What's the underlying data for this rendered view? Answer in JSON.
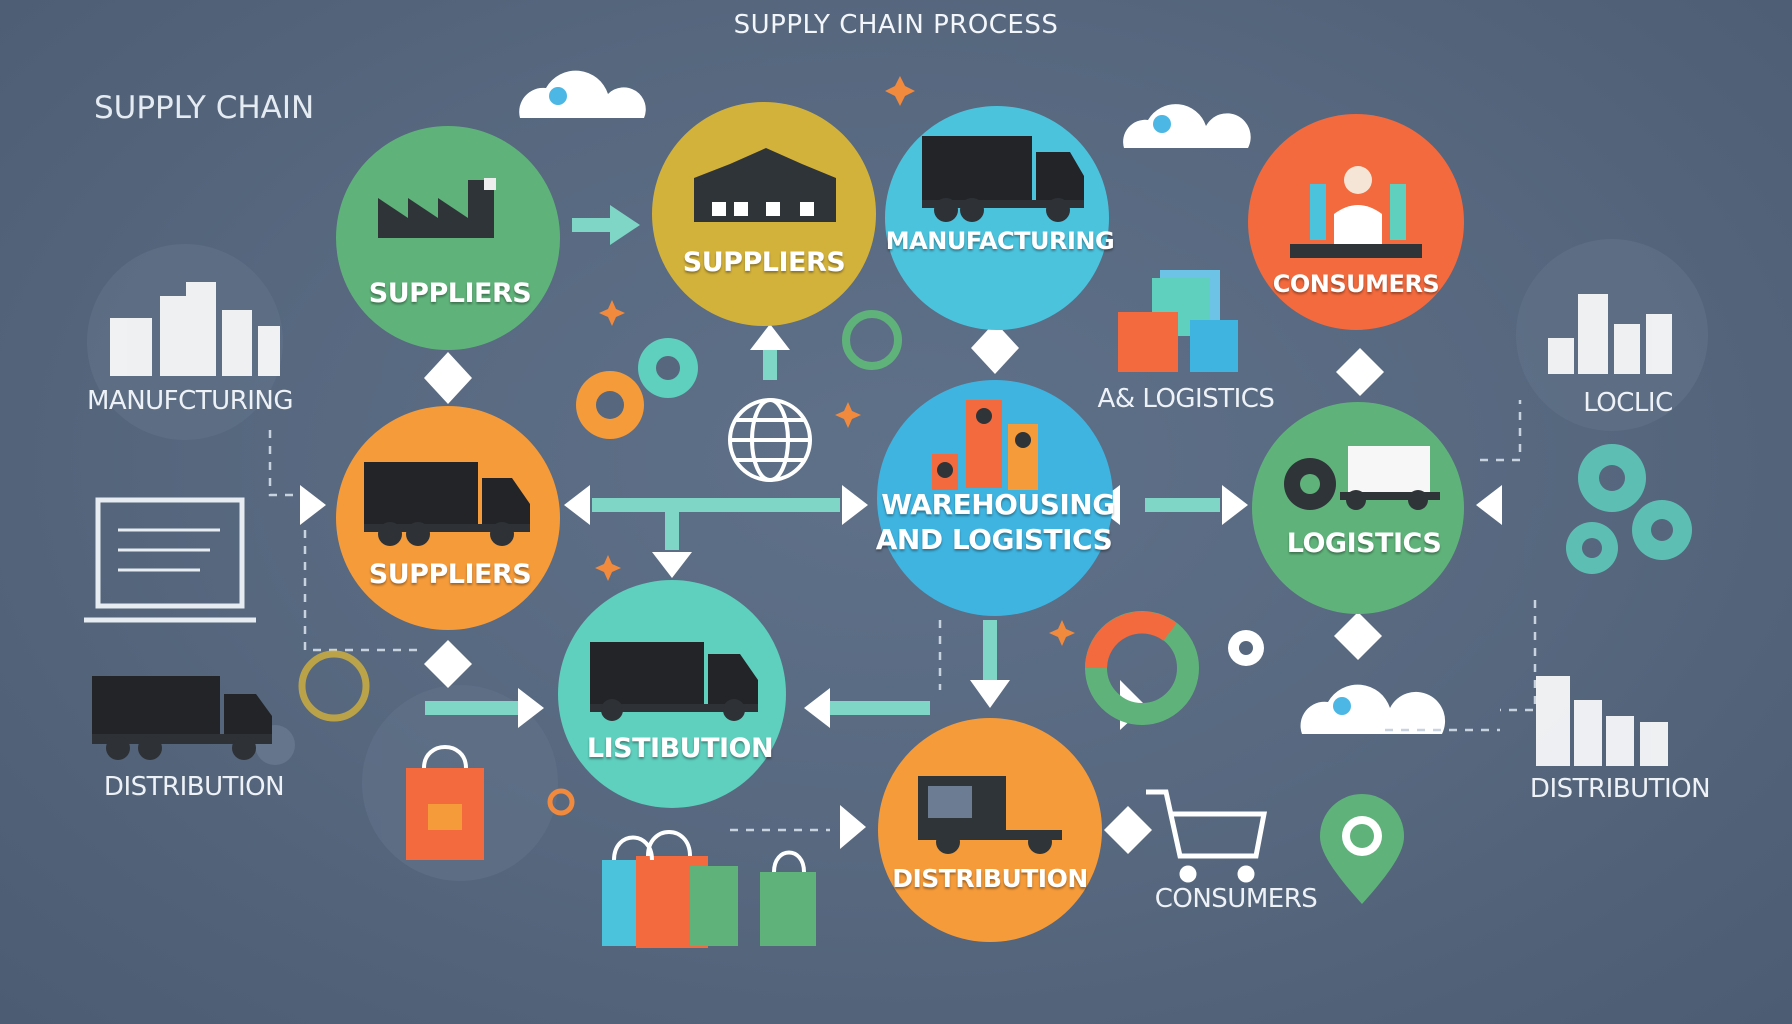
{
  "title": "SUPPLY CHAIN PROCESS",
  "corner_title": "SUPPLY CHAIN",
  "colors": {
    "background": "#56677e",
    "green": "#5fb37a",
    "yellow": "#d3b23b",
    "cyan": "#4cc3dd",
    "orange_red": "#f26a3d",
    "orange": "#f59b3a",
    "teal": "#5fcfbe",
    "blue": "#3fb4e0",
    "arrow": "#7fd6c6",
    "sparkle": "#f28a3e"
  },
  "nodes": {
    "suppliers_top": {
      "label": "SUPPLIERS",
      "icon": "factory-icon"
    },
    "suppliers_mid_top": {
      "label": "SUPPLIERS",
      "icon": "warehouse-icon"
    },
    "manufacturing": {
      "label": "MANUFACTURING",
      "icon": "truck-icon"
    },
    "consumers": {
      "label": "CONSUMERS",
      "icon": "person-counter-icon"
    },
    "suppliers_left": {
      "label": "SUPPLIERS",
      "icon": "truck-icon"
    },
    "warehousing": {
      "label_line1": "WAREHOUSING",
      "label_line2": "AND LOGISTICS",
      "icon": "speakers-icon"
    },
    "logistics": {
      "label": "LOGISTICS",
      "icon": "gear-truck-icon"
    },
    "listibution": {
      "label": "LISTIBUTION",
      "icon": "truck-icon"
    },
    "distribution": {
      "label": "DISTRIBUTION",
      "icon": "van-icon"
    }
  },
  "side_labels": {
    "manufacturing": "MANUFCTURING",
    "distribution_left": "DISTRIBUTION",
    "logistics_mid": "A& LOGISTICS",
    "loclic": "LOCLIC",
    "distribution_right": "DISTRIBUTION",
    "consumers_bottom": "CONSUMERS"
  }
}
